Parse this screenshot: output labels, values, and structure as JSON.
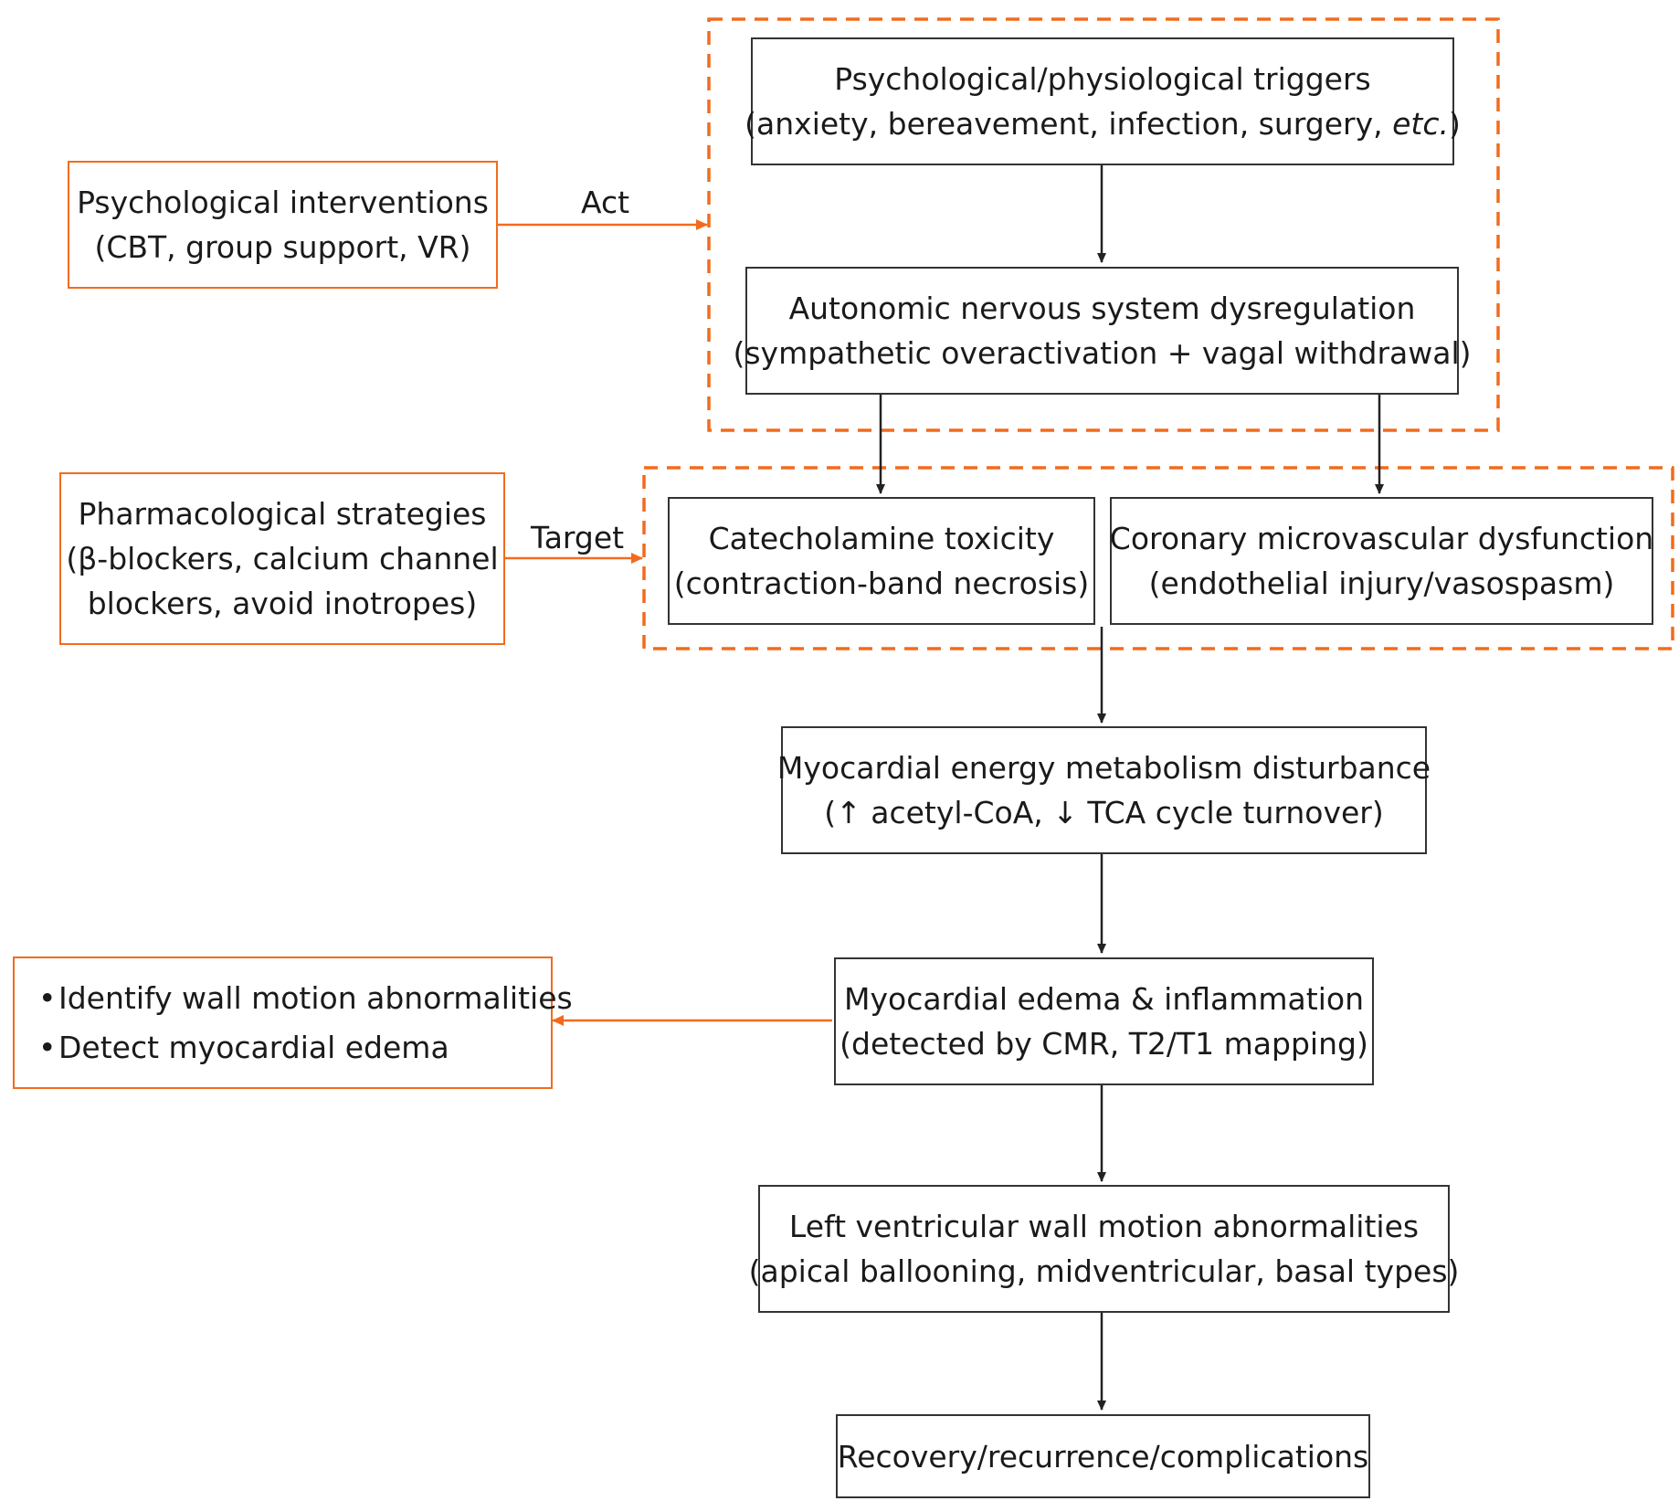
{
  "colors": {
    "accent": "#f26b1d",
    "ink": "#333333"
  },
  "nodes": {
    "triggers": {
      "line1": "Psychological/physiological triggers",
      "line2_pre": "(anxiety, bereavement, infection, surgery, ",
      "line2_em": "etc.",
      "line2_post": ")"
    },
    "ans": {
      "line1": "Autonomic nervous system dysregulation",
      "line2": "(sympathetic overactivation + vagal withdrawal)"
    },
    "catecholamine": {
      "line1": "Catecholamine toxicity",
      "line2": "(contraction-band necrosis)"
    },
    "microvascular": {
      "line1": "Coronary microvascular dysfunction",
      "line2": "(endothelial injury/vasospasm)"
    },
    "metabolism": {
      "line1": "Myocardial energy metabolism disturbance",
      "line2": "(↑ acetyl-CoA, ↓ TCA cycle turnover)"
    },
    "edema": {
      "line1": "Myocardial edema & inflammation",
      "line2": "(detected by CMR, T2/T1 mapping)"
    },
    "lv_wall": {
      "line1": "Left ventricular wall motion abnormalities",
      "line2": "(apical ballooning, midventricular, basal types)"
    },
    "outcome": {
      "line1": "Recovery/recurrence/complications"
    }
  },
  "interventions": {
    "psychological": {
      "line1": "Psychological interventions",
      "line2": "(CBT, group support, VR)"
    },
    "pharmacological": {
      "line1": "Pharmacological strategies",
      "line2": "(β-blockers, calcium channel",
      "line3": "blockers, avoid inotropes)"
    },
    "imaging": {
      "bullets": [
        "Identify wall motion abnormalities",
        "Detect myocardial edema"
      ]
    }
  },
  "edge_labels": {
    "act": "Act",
    "target": "Target"
  }
}
